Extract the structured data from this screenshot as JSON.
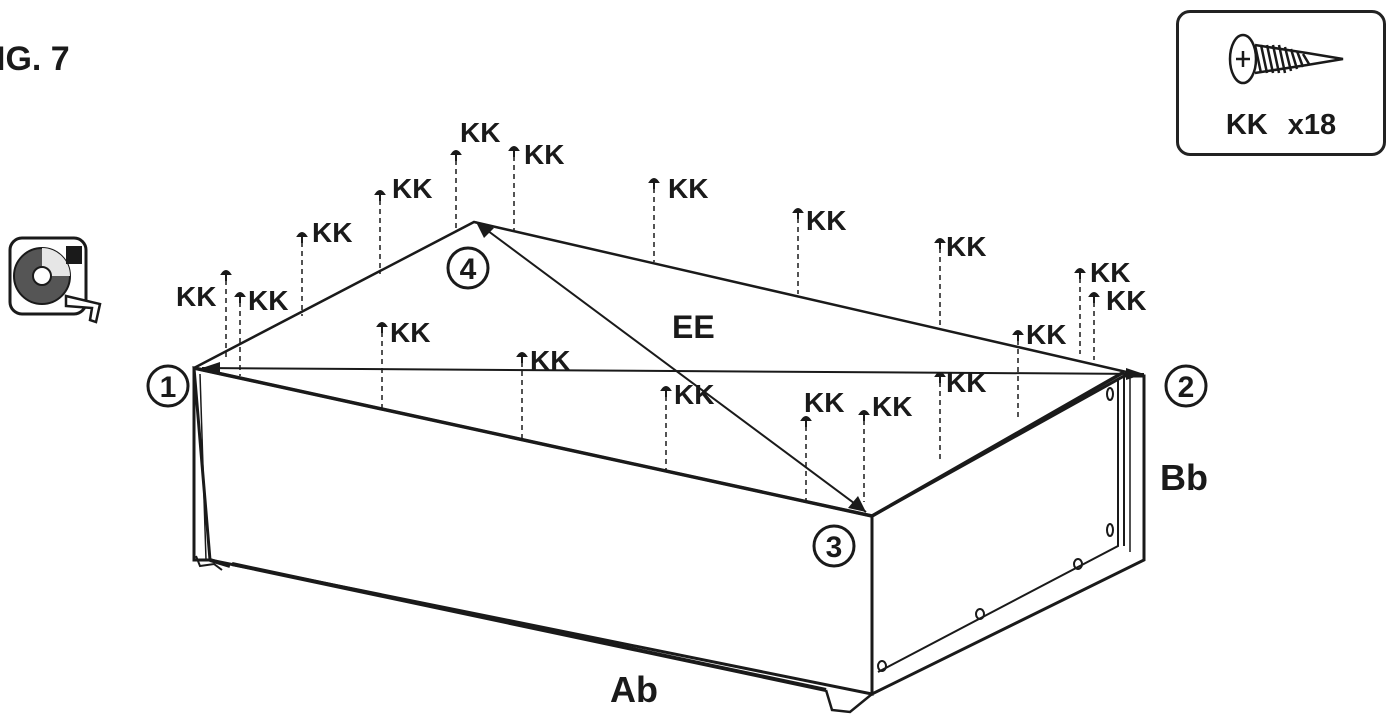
{
  "figure": {
    "title": "IG. 7"
  },
  "hardware": {
    "part": "KK",
    "quantity": "x18",
    "label": "KK x18",
    "icon": "screw-icon"
  },
  "tool": {
    "icon": "tape-measure-icon"
  },
  "panels": {
    "top": "EE",
    "front": "Ab",
    "side": "Bb"
  },
  "corners": [
    "1",
    "2",
    "3",
    "4"
  ],
  "screw_label": "KK",
  "screw_count": 18,
  "colors": {
    "ink": "#1a1a1a",
    "background": "#ffffff"
  }
}
